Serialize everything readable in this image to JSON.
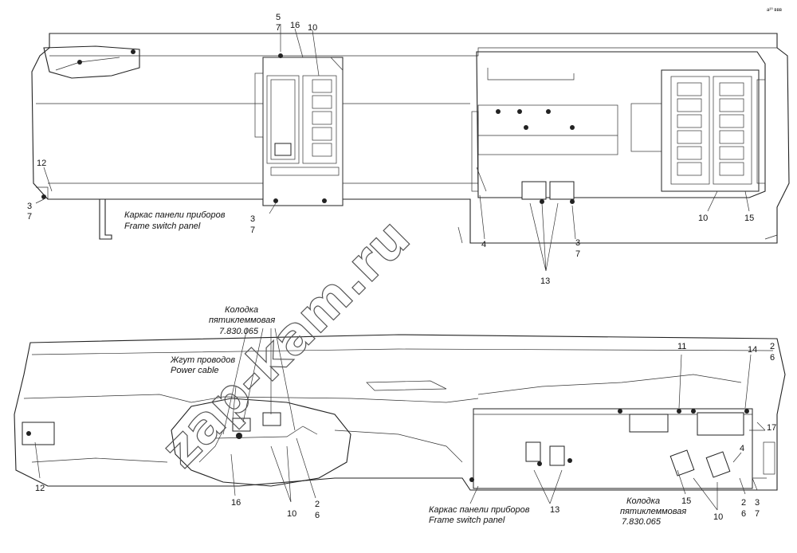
{
  "corner_mark": "а²⁰ ввв",
  "watermark": "zap-kam.ru",
  "top_view": {
    "labels": {
      "l5": "5",
      "l7a": "7",
      "l16": "16",
      "l10a": "10",
      "l12": "12",
      "l3a": "3",
      "l7b": "7",
      "l3b": "3",
      "l7c": "7",
      "l4": "4",
      "l3c": "3",
      "l7d": "7",
      "l13": "13",
      "l10b": "10",
      "l15": "15"
    },
    "caption_ru": "Каркас панели приборов",
    "caption_en": "Frame switch panel"
  },
  "bottom_view": {
    "connector_ru_1": "Колодка",
    "connector_ru_2": "пятиклеммовая",
    "connector_code": "7.830.065",
    "harness_ru": "Жгут проводов",
    "harness_en": "Power cable",
    "labels": {
      "l11": "11",
      "l14": "14",
      "l2a": "2",
      "l6a": "6",
      "l17": "17",
      "l4": "4",
      "l12": "12",
      "l16": "16",
      "l10a": "10",
      "l2b": "2",
      "l6b": "6",
      "l13": "13",
      "l15": "15",
      "l10b": "10",
      "l2c": "2",
      "l6c": "6",
      "l3": "3",
      "l7": "7"
    },
    "caption_ru": "Каркас панели приборов",
    "caption_en": "Frame switch panel",
    "connector2_ru_1": "Колодка",
    "connector2_ru_2": "пятиклеммовая",
    "connector2_code": "7.830.065"
  }
}
